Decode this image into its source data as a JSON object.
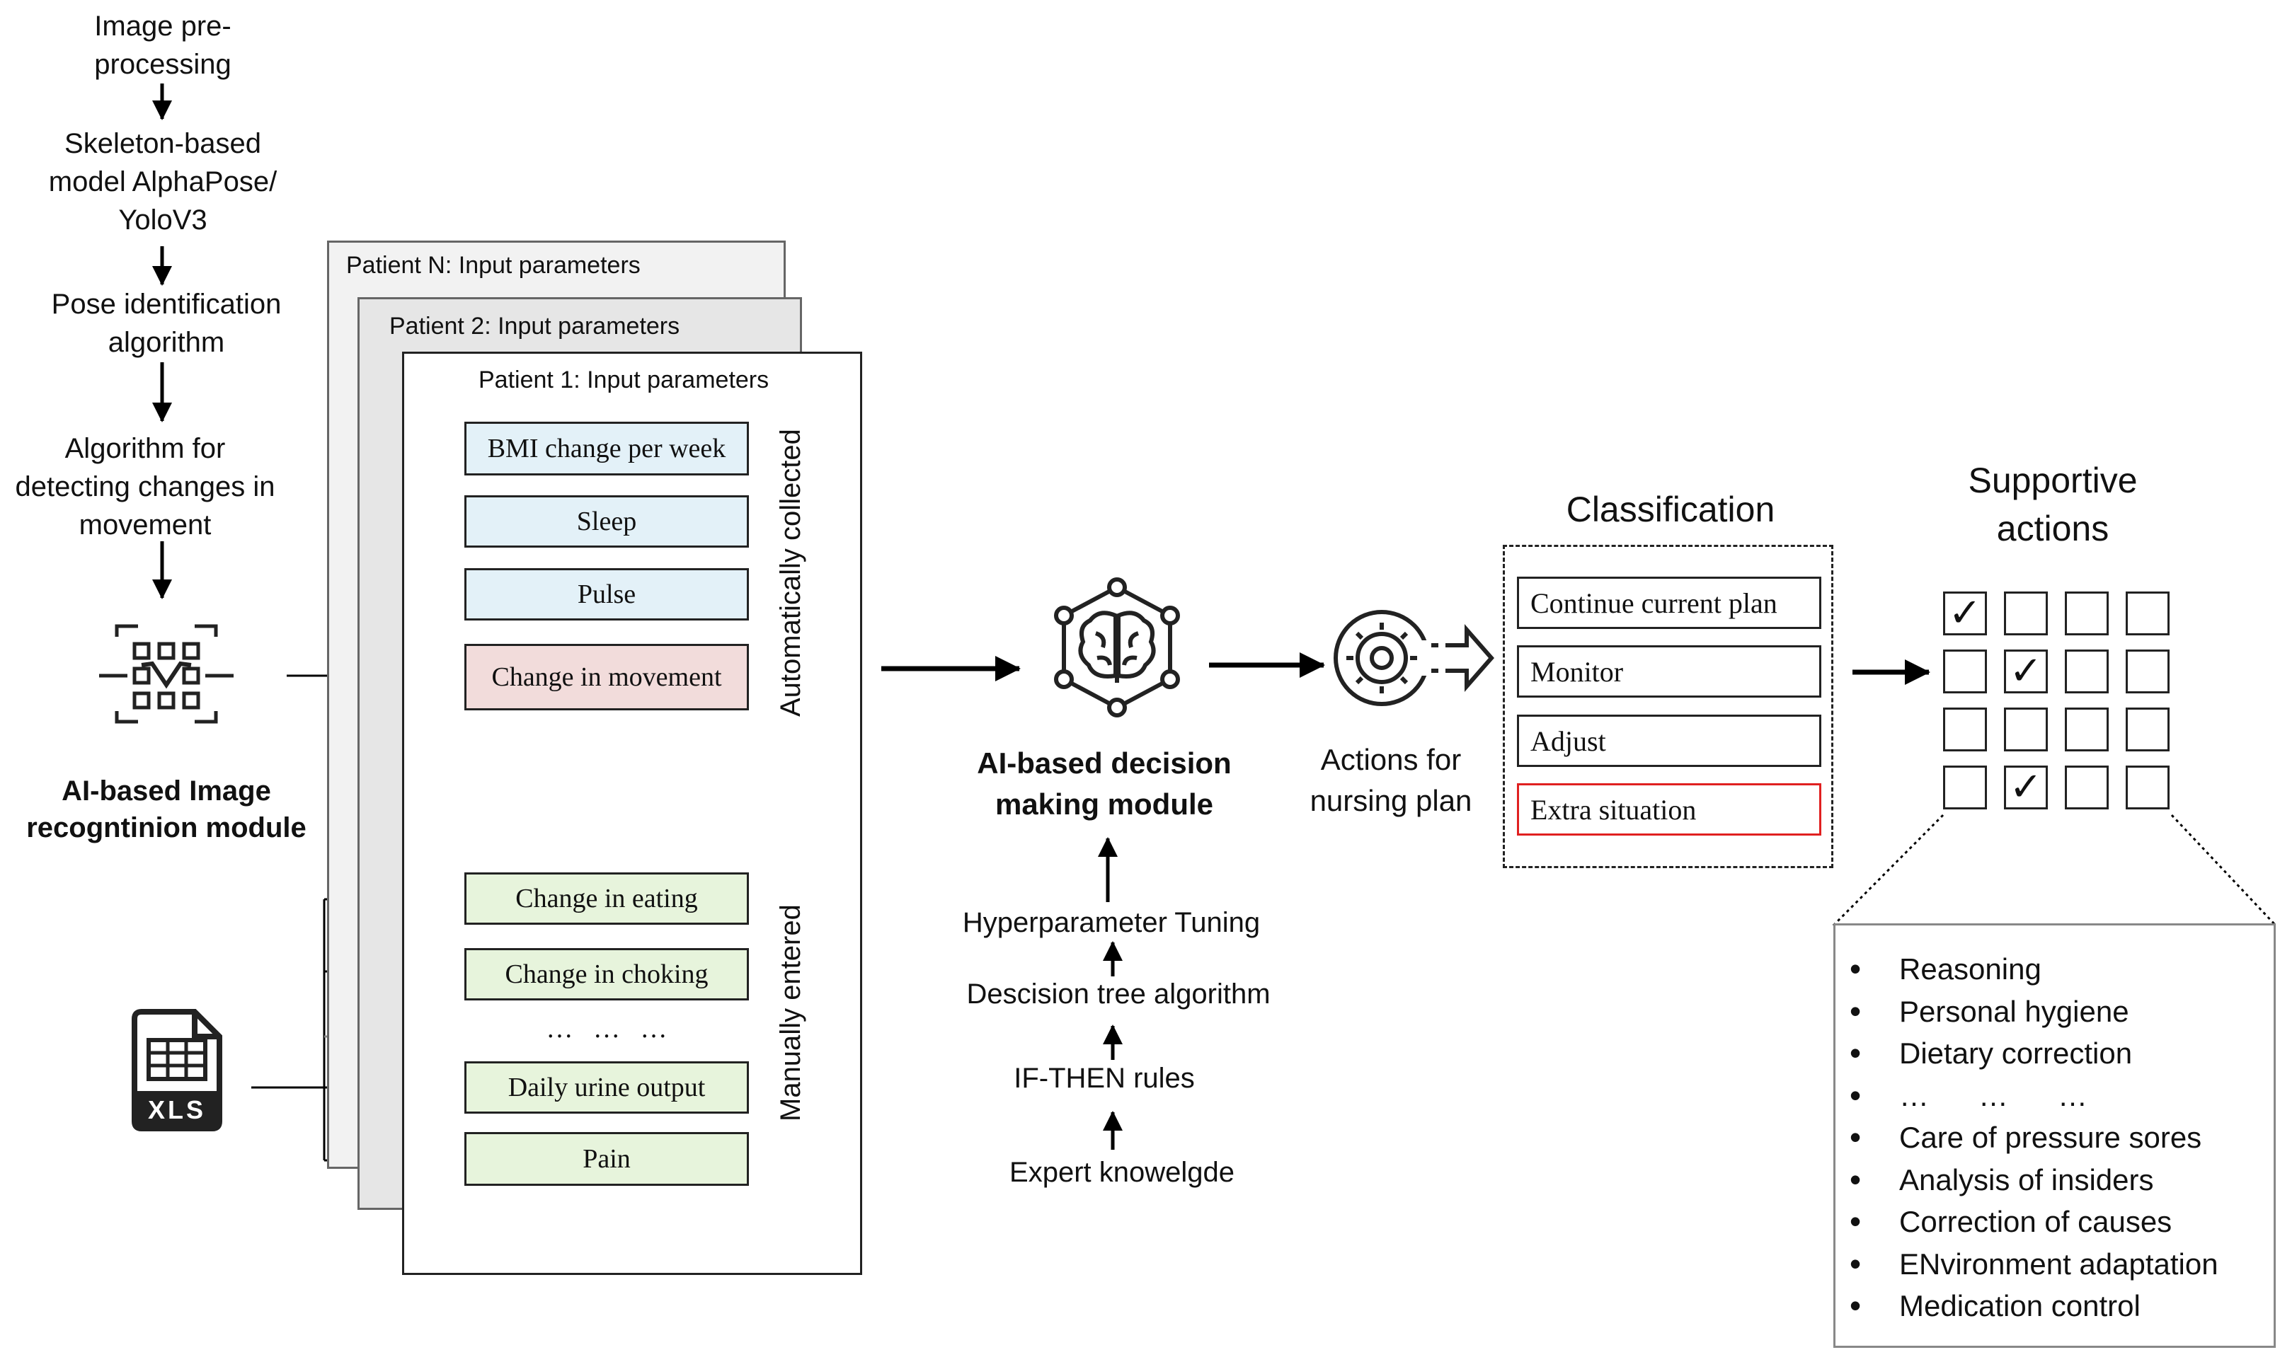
{
  "pipeline": {
    "step1": [
      "Image pre-",
      "processing"
    ],
    "step2": [
      "Skeleton-based",
      "model AlphaPose/",
      "YoloV3"
    ],
    "step3": [
      "Pose identification",
      "algorithm"
    ],
    "step4": [
      "Algorithm  for",
      "detecting changes in",
      "movement"
    ],
    "module_label": [
      "AI-based Image",
      "recogntinion module"
    ]
  },
  "patients": {
    "card_n_title": "Patient N: Input parameters",
    "card_2_title": "Patient 2:  Input parameters",
    "card_1_title": "Patient 1: Input parameters",
    "auto_label": "Automatically collected",
    "manual_label": "Manually entered",
    "auto_params": [
      "BMI change per week",
      "Sleep",
      "Pulse",
      "Change in movement"
    ],
    "manual_params": [
      "Change in eating",
      "Change in choking",
      "…   …   …",
      "Daily urine output",
      "Pain"
    ]
  },
  "xls_icon_label": "XLS",
  "decision": {
    "label": [
      "AI-based decision",
      "making module"
    ],
    "chain": [
      "Hyperparameter Tuning",
      "Descision tree algorithm",
      "IF-THEN rules",
      "Expert knowelgde"
    ]
  },
  "actions_label": [
    "Actions for",
    "nursing plan"
  ],
  "classification": {
    "title": "Classification",
    "items": [
      "Continue current plan",
      "Monitor",
      "Adjust",
      "Extra situation"
    ]
  },
  "supportive": {
    "title": [
      "Supportive",
      "actions"
    ],
    "grid_checks": [
      [
        true,
        false,
        false,
        false
      ],
      [
        false,
        true,
        false,
        false
      ],
      [
        false,
        false,
        false,
        false
      ],
      [
        false,
        true,
        false,
        false
      ]
    ],
    "checkmark": "✓",
    "list": [
      "Reasoning",
      "Personal hygiene",
      "Dietary correction",
      "…      …      …",
      "Care of pressure sores",
      "Analysis of insiders",
      "Correction of causes",
      "ENvironment adaptation",
      "Medication control"
    ]
  },
  "colors": {
    "auto_fill": "#e3f1f8",
    "movement_fill": "#f2dcdb",
    "manual_fill": "#e7f4dc",
    "extra_border": "#e02020",
    "card_back": "#f2f2f2",
    "card_mid": "#e6e6e6"
  }
}
